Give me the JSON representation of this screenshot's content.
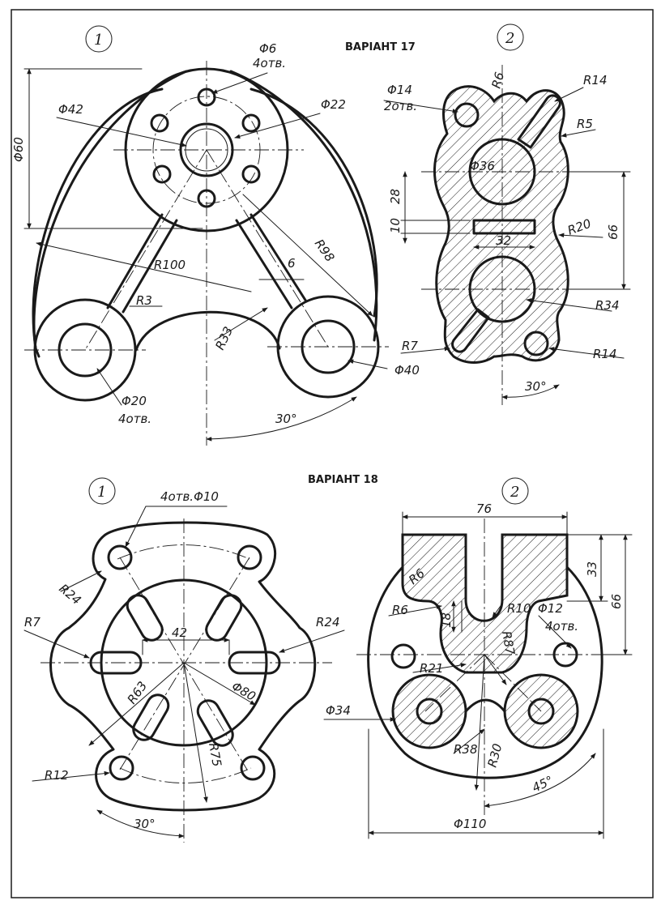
{
  "sheet": {
    "variant17": {
      "title": "ВАРІАНТ 17",
      "fig1": {
        "num": "1",
        "labels": {
          "d6": "Φ6",
          "d6_count": "4отв.",
          "d42": "Φ42",
          "d22": "Φ22",
          "d60": "Φ60",
          "r100": "R100",
          "r98": "R98",
          "six": "6",
          "r3": "R3",
          "r33": "R33",
          "d40": "Φ40",
          "d20": "Φ20",
          "d20_count": "4отв.",
          "angle": "30°"
        }
      },
      "fig2": {
        "num": "2",
        "labels": {
          "d14": "Φ14",
          "d14_count": "2отв.",
          "r6": "R6",
          "r14_top": "R14",
          "r5": "R5",
          "d36": "Φ36",
          "dim28": "28",
          "dim10": "10",
          "dim32": "32",
          "r20": "R20",
          "dim66": "66",
          "r34": "R34",
          "r7": "R7",
          "r14_bot": "R14",
          "angle": "30°"
        }
      }
    },
    "variant18": {
      "title": "ВАРІАНТ 18",
      "fig1": {
        "num": "1",
        "labels": {
          "holes": "4отв.Φ10",
          "r24_left": "R24",
          "r7": "R7",
          "r24_right": "R24",
          "dim42": "42",
          "r63": "R63",
          "d80": "Φ80",
          "r75": "R75",
          "r12": "R12",
          "angle": "30°"
        }
      },
      "fig2": {
        "num": "2",
        "labels": {
          "dim76": "76",
          "dim33": "33",
          "dim66": "66",
          "r6a": "R6",
          "r6b": "R6",
          "r10": "R10",
          "d12": "Φ12",
          "d12_count": "4отв.",
          "dim18": "18",
          "r87": "R87",
          "r21": "R21",
          "d34": "Φ34",
          "r38": "R38",
          "r30": "R30",
          "angle": "45°",
          "d110": "Φ110"
        }
      }
    }
  }
}
